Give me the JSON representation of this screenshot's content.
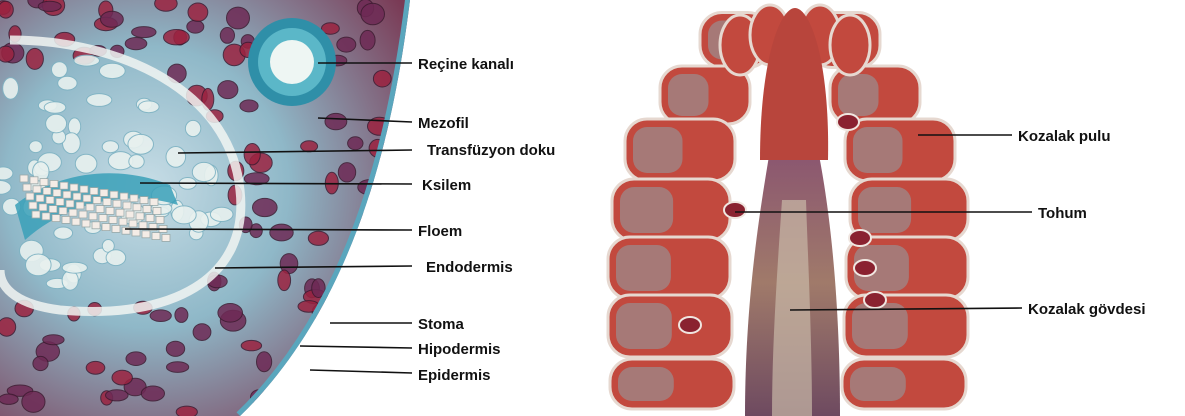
{
  "left_figure": {
    "labels": {
      "resin_canal": "Reçine kanalı",
      "mesophyll": "Mezofil",
      "transfusion_tissue": "Transfüzyon doku",
      "xylem": "Ksilem",
      "phloem": "Floem",
      "endodermis": "Endodermis",
      "stoma": "Stoma",
      "hypodermis": "Hipodermis",
      "epidermis": "Epidermis"
    }
  },
  "right_figure": {
    "labels": {
      "cone_scale": "Kozalak pulu",
      "seed": "Tohum",
      "cone_axis": "Kozalak gövdesi"
    }
  },
  "colors": {
    "stain_red": "#9b2340",
    "stain_teal": "#3a96b0",
    "cell_light": "#e8f1ef",
    "scale_red": "#c2493e",
    "axis_purple": "#7a4f6b"
  }
}
